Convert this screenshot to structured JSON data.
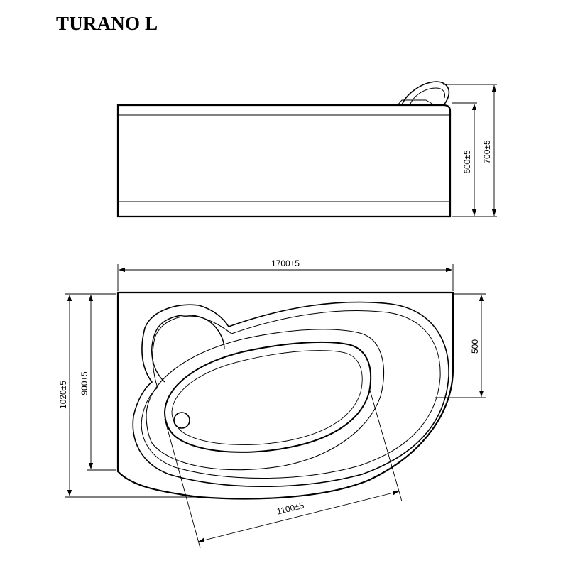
{
  "title": "TURANO L",
  "colors": {
    "line": "#000000",
    "background": "#ffffff"
  },
  "dimensions": {
    "height_panel": "600±5",
    "height_total": "700±5",
    "length": "1700±5",
    "depth_total": "1020±5",
    "depth_side": "900±5",
    "depth_right": "500",
    "inner_length": "1100±5"
  }
}
